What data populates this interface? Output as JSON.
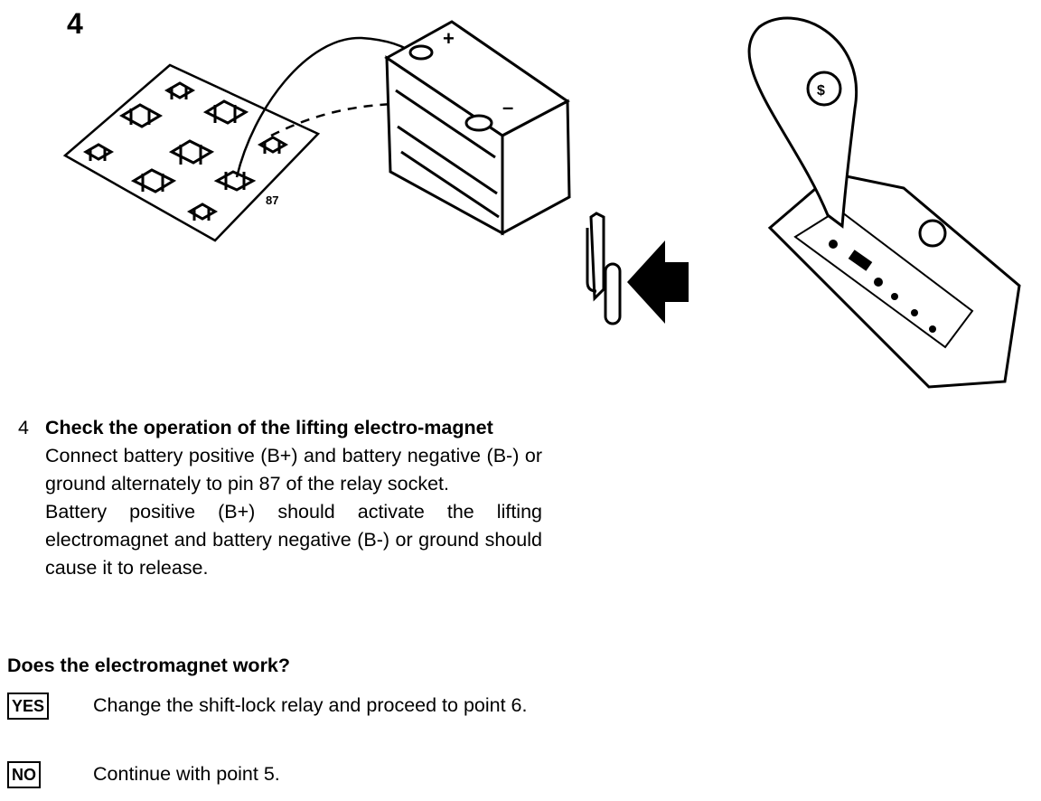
{
  "figure": {
    "number": "4",
    "pin_label": "87",
    "battery_plus": "+",
    "battery_minus": "–"
  },
  "step": {
    "number": "4",
    "title": "Check the operation of the lifting electro-magnet",
    "para1": "Connect battery positive (B+) and battery negative (B-) or ground alternately to pin 87 of the relay socket.",
    "para2": "Battery positive (B+) should activate the lifting electromagnet and battery negative (B-) or ground should cause it to release."
  },
  "question": "Does the electromagnet work?",
  "answers": [
    {
      "badge": "YES",
      "text": "Change the shift-lock relay and proceed to point 6."
    },
    {
      "badge": "NO",
      "text": "Continue with point 5."
    }
  ]
}
